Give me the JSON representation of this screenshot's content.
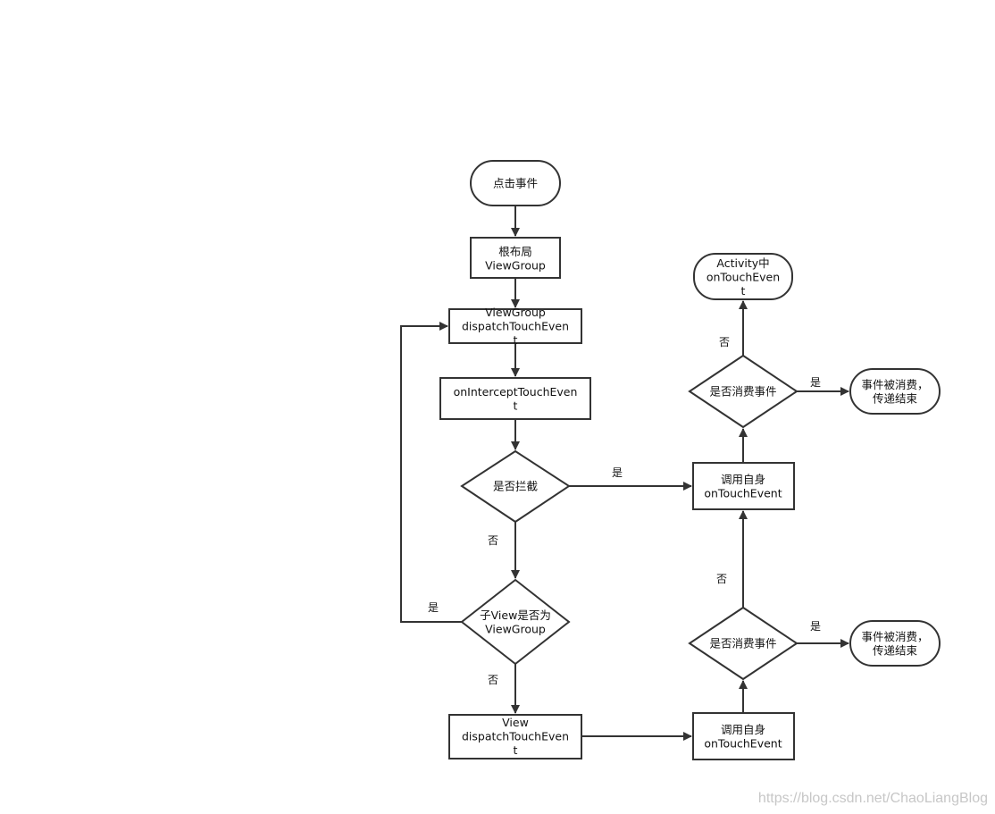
{
  "nodes": {
    "click_event": {
      "lines": [
        "点击事件"
      ]
    },
    "root_viewgroup": {
      "lines": [
        "根布局",
        "ViewGroup"
      ]
    },
    "vg_dispatch": {
      "lines": [
        "ViewGroup",
        "dispatchTouchEven",
        "t"
      ]
    },
    "on_intercept": {
      "lines": [
        "onInterceptTouchEven",
        "t"
      ]
    },
    "is_intercept": {
      "lines": [
        "是否拦截"
      ]
    },
    "child_is_vg": {
      "lines": [
        "子View是否为",
        "ViewGroup"
      ]
    },
    "view_dispatch": {
      "lines": [
        "View",
        "dispatchTouchEven",
        "t"
      ]
    },
    "self_ontouch_upper": {
      "lines": [
        "调用自身",
        "onTouchEvent"
      ]
    },
    "self_ontouch_lower": {
      "lines": [
        "调用自身",
        "onTouchEvent"
      ]
    },
    "consumed_q_upper": {
      "lines": [
        "是否消费事件"
      ]
    },
    "consumed_q_lower": {
      "lines": [
        "是否消费事件"
      ]
    },
    "activity_ontouch": {
      "lines": [
        "Activity中",
        "onTouchEven",
        "t"
      ]
    },
    "consumed_end_upper": {
      "lines": [
        "事件被消费，",
        "传递结束"
      ]
    },
    "consumed_end_lower": {
      "lines": [
        "事件被消费，",
        "传递结束"
      ]
    }
  },
  "edge_labels": {
    "intercept_yes": "是",
    "intercept_no": "否",
    "child_vg_yes": "是",
    "child_vg_no": "否",
    "upper_consume_yes": "是",
    "upper_consume_no": "否",
    "lower_consume_yes": "是",
    "lower_consume_no": "否"
  },
  "watermark": "https://blog.csdn.net/ChaoLiangBlog"
}
